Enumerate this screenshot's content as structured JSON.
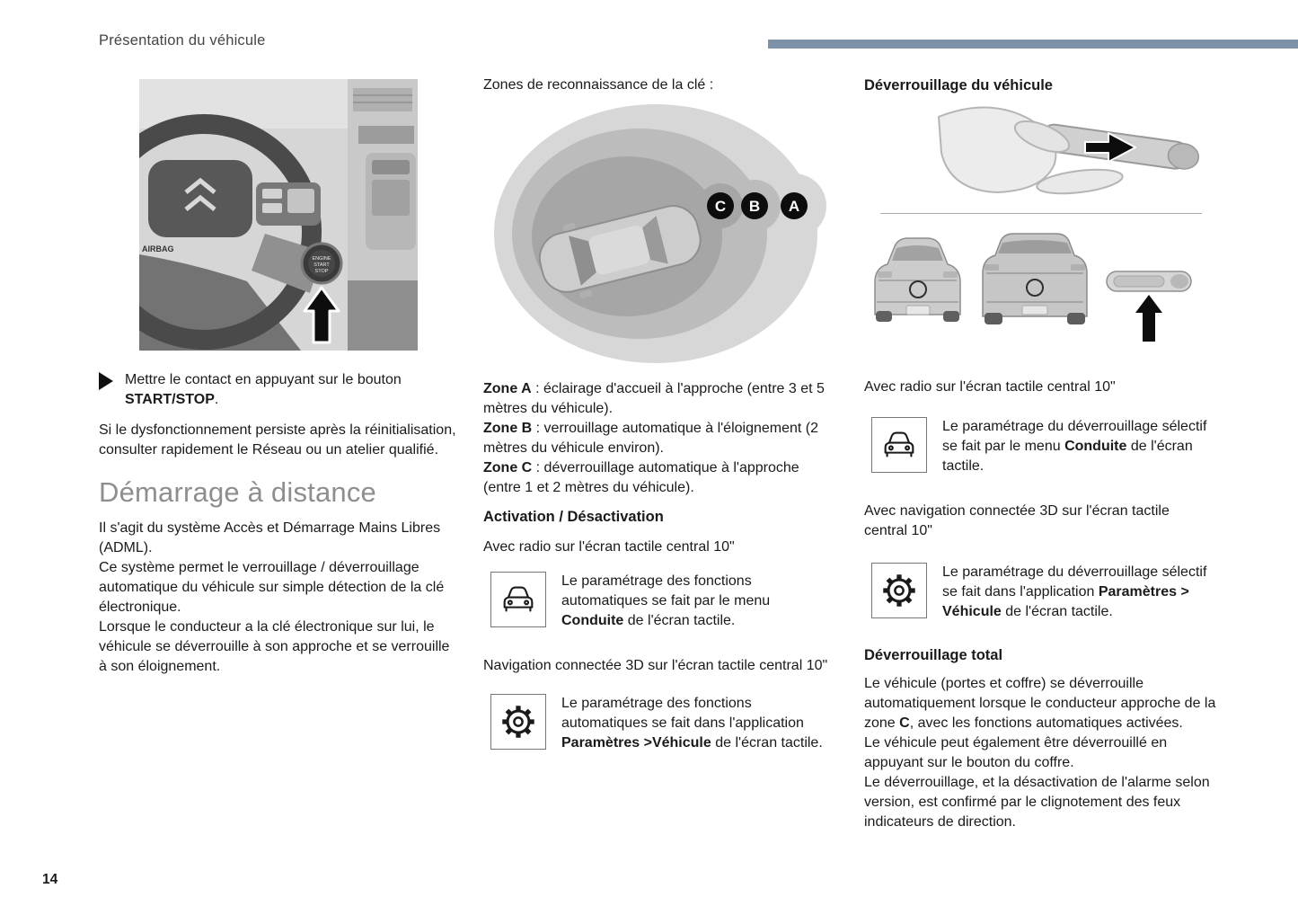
{
  "page": {
    "header": "Présentation du véhicule",
    "page_number": "14",
    "accent_color": "#7D92A8"
  },
  "col1": {
    "bullet": {
      "pre": "Mettre le contact en appuyant sur le bouton ",
      "bold": "START/STOP",
      "post": "."
    },
    "para1": "Si le dysfonctionnement persiste après la réinitialisation, consulter rapidement le Réseau ou un atelier qualifié.",
    "heading": "Démarrage à distance",
    "para2": "Il s'agit du système Accès et Démarrage Mains Libres (ADML).",
    "para3": "Ce système permet le verrouillage / déverrouillage automatique du véhicule sur simple détection de la clé électronique.",
    "para4": "Lorsque le conducteur a la clé électronique sur lui, le véhicule se déverrouille à son approche et se verrouille à son éloignement."
  },
  "col2": {
    "title": "Zones de reconnaissance de la clé :",
    "zones": [
      {
        "label": "Zone A",
        "text": " : éclairage d'accueil à l'approche (entre 3 et 5 mètres du véhicule)."
      },
      {
        "label": "Zone B",
        "text": " : verrouillage automatique à l'éloignement (2 mètres du véhicule environ)."
      },
      {
        "label": "Zone C",
        "text": " : déverrouillage automatique à l'approche (entre 1 et 2 mètres du véhicule)."
      }
    ],
    "activation_heading": "Activation / Désactivation",
    "radio_line": "Avec radio sur l'écran tactile central 10\"",
    "item1": {
      "pre": "Le paramétrage des fonctions automatiques se fait par le menu ",
      "bold": "Conduite",
      "post": " de l'écran tactile."
    },
    "nav_line": "Navigation connectée 3D sur l'écran tactile central 10\"",
    "item2": {
      "pre": "Le paramétrage des fonctions automatiques se fait dans l'application ",
      "bold": "Paramètres >Véhicule",
      "post": " de l'écran tactile."
    }
  },
  "col3": {
    "heading": "Déverrouillage du véhicule",
    "radio_line": "Avec radio sur l'écran tactile central 10\"",
    "item1": {
      "pre": "Le paramétrage du déverrouillage sélectif se fait par le menu ",
      "bold": "Conduite",
      "post": " de l'écran tactile."
    },
    "nav_line": "Avec navigation connectée 3D sur l'écran tactile central 10\"",
    "item2": {
      "pre": "Le paramétrage du déverrouillage sélectif se fait dans l'application ",
      "bold": "Paramètres > Véhicule",
      "post": " de l'écran tactile."
    },
    "total_heading": "Déverrouillage total",
    "total1": {
      "pre": "Le véhicule (portes et coffre) se déverrouille automatiquement lorsque le conducteur approche de la zone ",
      "bold": "C",
      "post": ", avec les fonctions automatiques activées."
    },
    "total2": "Le véhicule peut également être déverrouillé en appuyant sur le bouton du coffre.",
    "total3": "Le déverrouillage, et la désactivation de l'alarme selon version, est confirmé par le clignotement des feux indicateurs de direction."
  },
  "figures": {
    "dashboard": {
      "airbag_label": "AIRBAG",
      "button_lines": [
        "ENGINE",
        "START",
        "STOP"
      ]
    },
    "zones": {
      "badges": [
        "C",
        "B",
        "A"
      ]
    }
  }
}
